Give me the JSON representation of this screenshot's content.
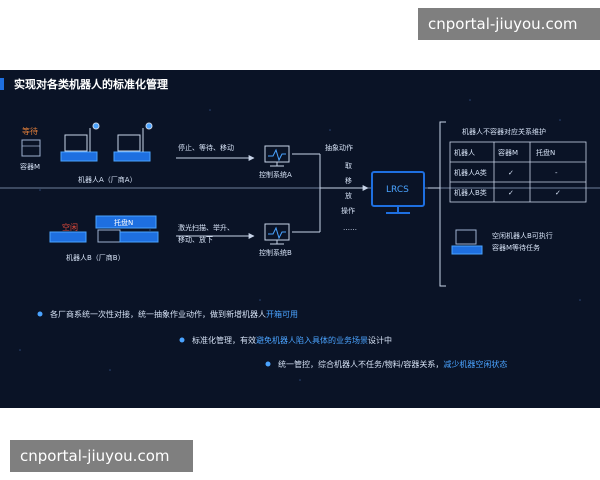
{
  "watermark_top": "cnportal-jiuyou.com",
  "watermark_bottom": "cnportal-jiuyou.com",
  "slide_title": "实现对各类机器人的标准化管理",
  "status_waiting": "等待",
  "status_idle": "空闲",
  "container_m": "容器M",
  "tray_n": "托盘N",
  "robot_a_label": "机器人A（厂商A）",
  "robot_b_label": "机器人B（厂商B）",
  "actions_a": "停止、等待、移动",
  "actions_b_line1": "激光扫描、举升、",
  "actions_b_line2": "移动、放下",
  "control_a": "控制系统A",
  "control_b": "控制系统B",
  "abstract_title": "抽象动作",
  "abstract_items": [
    "取",
    "移",
    "放",
    "操作",
    "……"
  ],
  "lrcs": "LRCS",
  "table_title": "机器人不容器对应关系维护",
  "table_headers": [
    "机器人",
    "容器M",
    "托盘N"
  ],
  "table_rows": [
    [
      "机器人A类",
      "✓",
      "-"
    ],
    [
      "机器人B类",
      "✓",
      "✓"
    ]
  ],
  "idle_task_line1": "空闲机器人B可执行",
  "idle_task_line2": "容器M等待任务",
  "bullet1_text": "各厂商系统一次性对接，统一抽象作业动作，做到新增机器人",
  "bullet1_highlight": "开箱可用",
  "bullet2_text1": "标准化管理，有效",
  "bullet2_highlight": "避免机器人陷入具体的业务场景",
  "bullet2_text2": "设计中",
  "bullet3_text": "统一管控，综合机器人不任务/物料/容器关系，",
  "bullet3_highlight": "减少机器空闲状态",
  "colors": {
    "background": "#0a1326",
    "accent_blue": "#1e6fe0",
    "highlight_blue": "#4aa3ff",
    "waiting_orange": "#e8823a",
    "idle_red": "#e04a3a",
    "text_light": "#d6e2f5"
  }
}
